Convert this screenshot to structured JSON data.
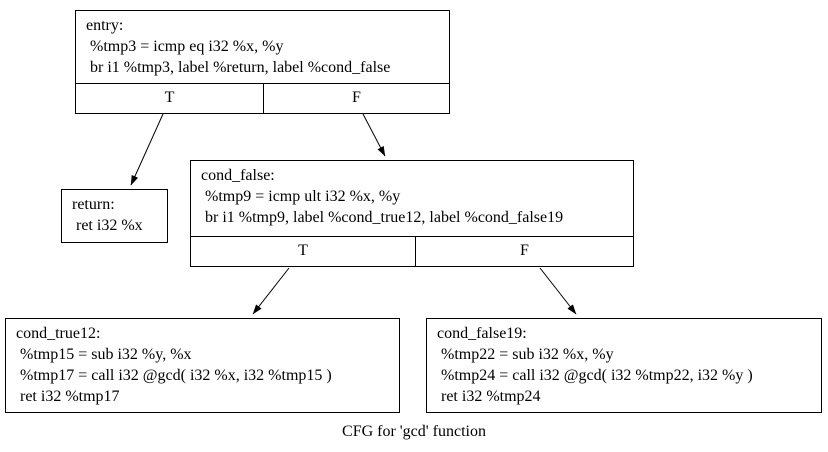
{
  "graph": {
    "caption": "CFG for 'gcd' function",
    "colors": {
      "background": "#ffffff",
      "node_border": "#000000",
      "text": "#000000",
      "edge": "#000000"
    },
    "nodes": {
      "entry": {
        "lines": [
          "entry:",
          " %tmp3 = icmp eq i32 %x, %y",
          " br i1 %tmp3, label %return, label %cond_false"
        ],
        "true_label": "T",
        "false_label": "F"
      },
      "return": {
        "lines": [
          "return:",
          " ret i32 %x"
        ]
      },
      "cond_false": {
        "lines": [
          "cond_false:",
          " %tmp9 = icmp ult i32 %x, %y",
          " br i1 %tmp9, label %cond_true12, label %cond_false19"
        ],
        "true_label": "T",
        "false_label": "F"
      },
      "cond_true12": {
        "lines": [
          "cond_true12:",
          " %tmp15 = sub i32 %y, %x",
          " %tmp17 = call i32 @gcd( i32 %x, i32 %tmp15 )",
          " ret i32 %tmp17"
        ]
      },
      "cond_false19": {
        "lines": [
          "cond_false19:",
          " %tmp22 = sub i32 %x, %y",
          " %tmp24 = call i32 @gcd( i32 %tmp22, i32 %y )",
          " ret i32 %tmp24"
        ]
      }
    },
    "edges": [
      {
        "from": "entry:T",
        "to": "return"
      },
      {
        "from": "entry:F",
        "to": "cond_false"
      },
      {
        "from": "cond_false:T",
        "to": "cond_true12"
      },
      {
        "from": "cond_false:F",
        "to": "cond_false19"
      }
    ]
  }
}
